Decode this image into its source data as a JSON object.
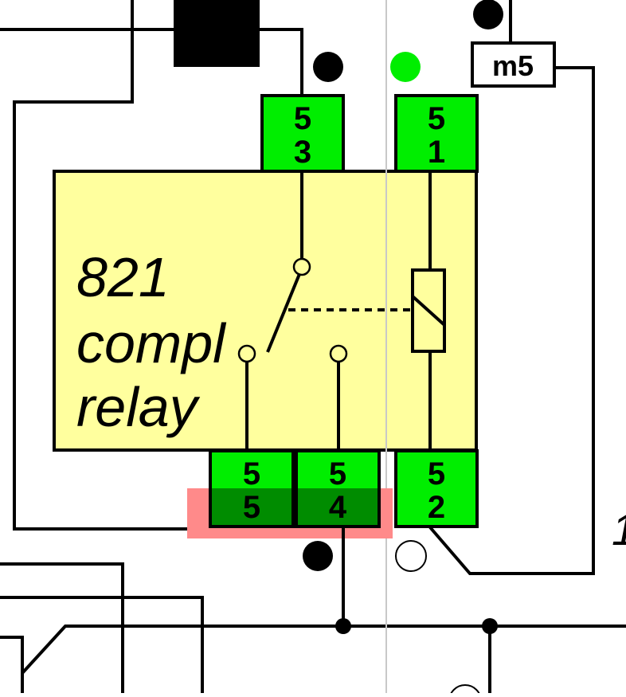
{
  "relay": {
    "label_lines": [
      "821",
      "compl",
      "relay"
    ]
  },
  "pins": {
    "p53": [
      "5",
      "3"
    ],
    "p51": [
      "5",
      "1"
    ],
    "p55": [
      "5",
      "5"
    ],
    "p54": [
      "5",
      "4"
    ],
    "p52": [
      "5",
      "2"
    ]
  },
  "tag": {
    "m5": "m5"
  },
  "edge_glyph": "1",
  "colors": {
    "relay_body": "#ffff9e",
    "pin_green": "#00ee00",
    "pin_dark_green": "#008c00",
    "highlight": "#ff8a8a",
    "indicator_green": "#00ee00",
    "guide_line": "#c8c8c8"
  }
}
